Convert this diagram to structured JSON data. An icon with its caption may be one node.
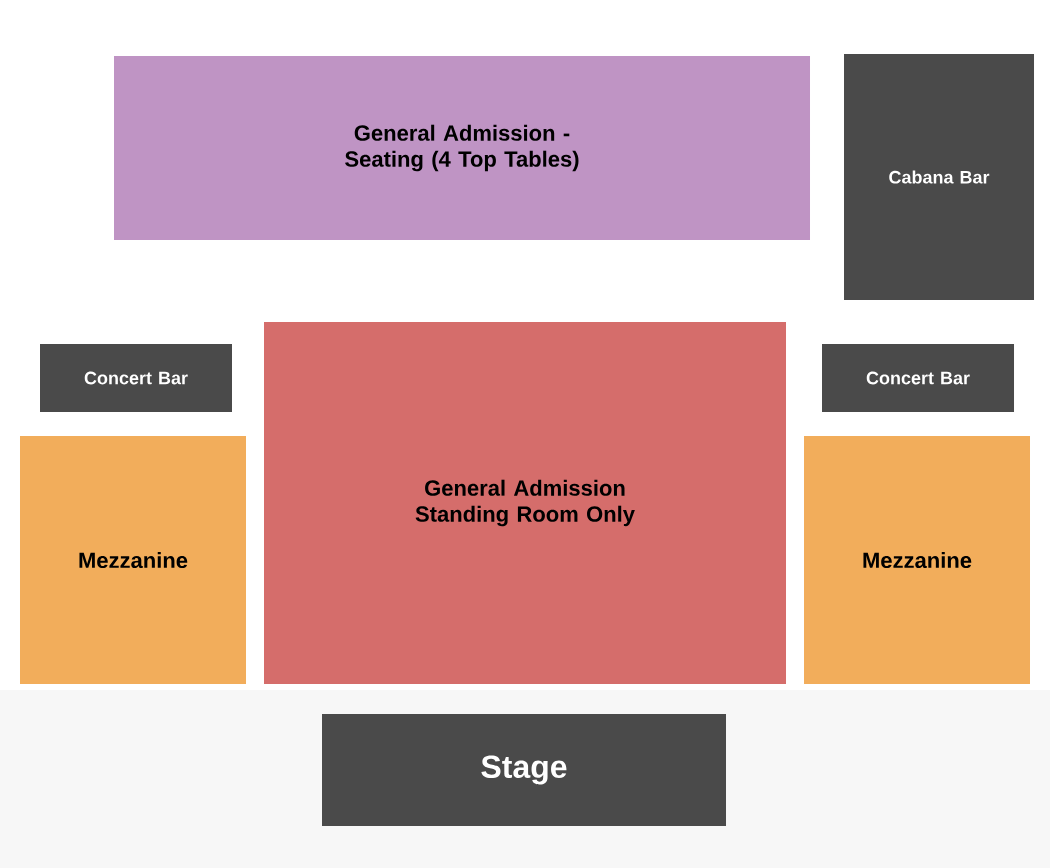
{
  "diagram": {
    "nodes": [
      {
        "text": [
          "General Admission - Seating (4 Top Tables)"
        ]
      },
      {
        "text": [
          "Cabana Bar"
        ]
      },
      {
        "text": [
          "Concert Bar"
        ]
      },
      {
        "text": [
          "General Admission Standing Room Only"
        ]
      },
      {
        "text": [
          "Concert Bar"
        ]
      },
      {
        "text": [
          "Mezzanine"
        ]
      },
      {
        "text": [
          "Mezzanine"
        ]
      },
      {
        "text": [
          "Stage"
        ]
      }
    ]
  }
}
